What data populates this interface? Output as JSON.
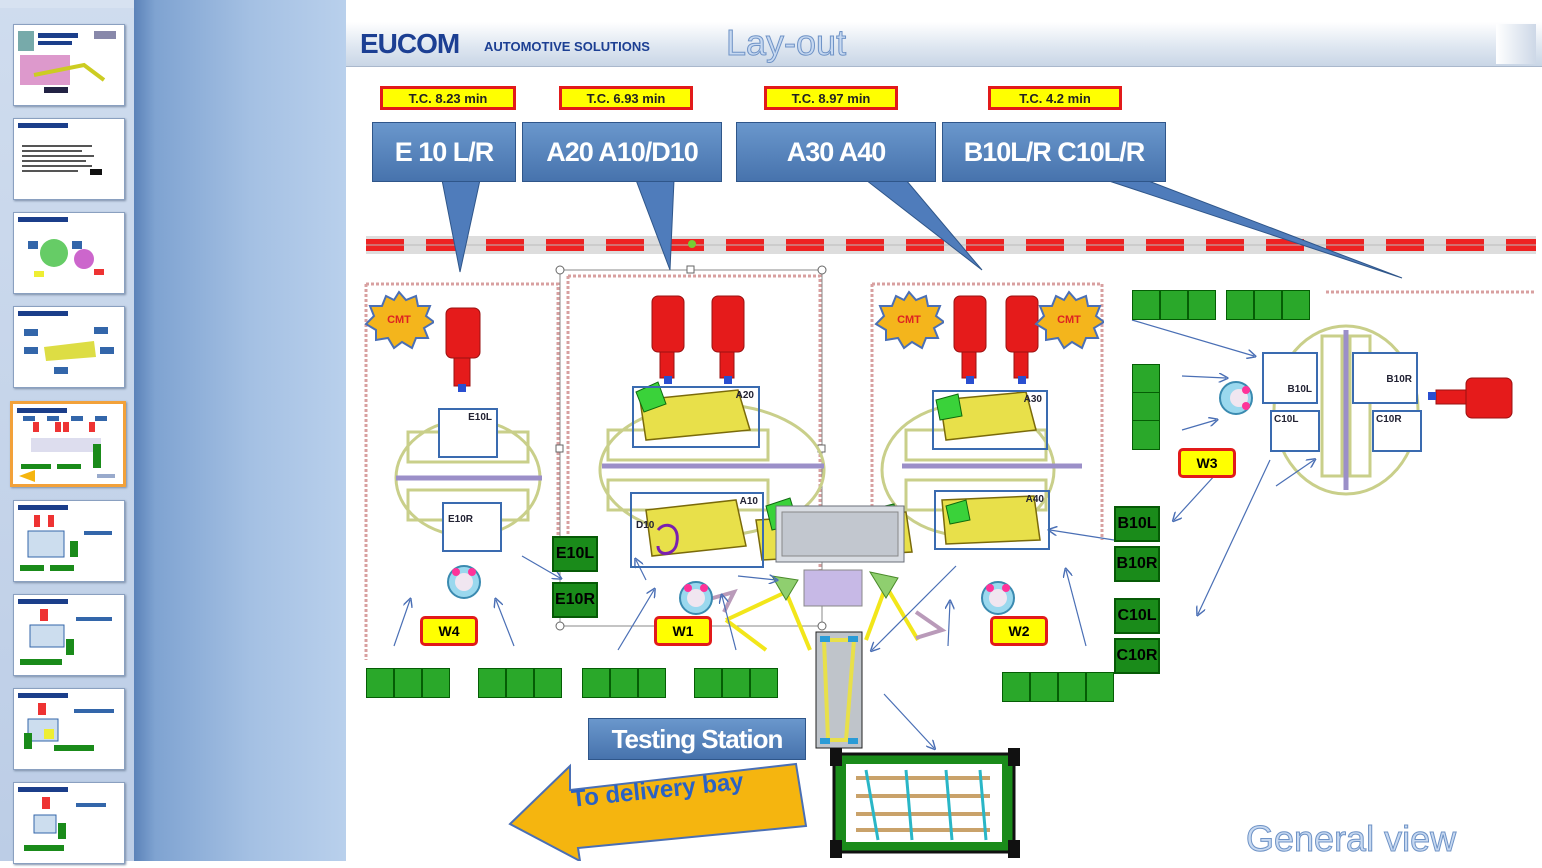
{
  "slide": {
    "brand": "EUCOM",
    "brand_tagline": "AUTOMOTIVE SOLUTIONS",
    "title": "Lay-out",
    "footer_title": "General view"
  },
  "cycle_times": [
    "T.C. 8.23 min",
    "T.C. 6.93 min",
    "T.C. 8.97 min",
    "T.C. 4.2 min"
  ],
  "callouts": [
    "E 10 L/R",
    "A20  A10/D10",
    "A30  A40",
    "B10L/R C10L/R"
  ],
  "cmt_labels": [
    "CMT",
    "CMT",
    "CMT"
  ],
  "fixtures": {
    "e10l": "E10L",
    "e10r": "E10R",
    "a20": "A20",
    "a10": "A10",
    "d10": "D10",
    "a30": "A30",
    "a40": "A40",
    "b10l": "B10L",
    "b10r": "B10R",
    "c10l": "C10L",
    "c10r": "C10R"
  },
  "racks": {
    "e10l": "E10L",
    "e10r": "E10R",
    "b10l": "B10L",
    "b10r": "B10R",
    "c10l": "C10L",
    "c10r": "C10R"
  },
  "workstations": [
    "W4",
    "W1",
    "W2",
    "W3"
  ],
  "testing_station": "Testing Station",
  "delivery": "To delivery bay",
  "colors": {
    "callout_blue": "#4f7cbb",
    "tc_yellow": "#ffff00",
    "tc_border": "#e21a1a",
    "robot_red": "#e51b1b",
    "rack_green": "#1a8b1a",
    "arrow_orange": "#f5b50f"
  }
}
